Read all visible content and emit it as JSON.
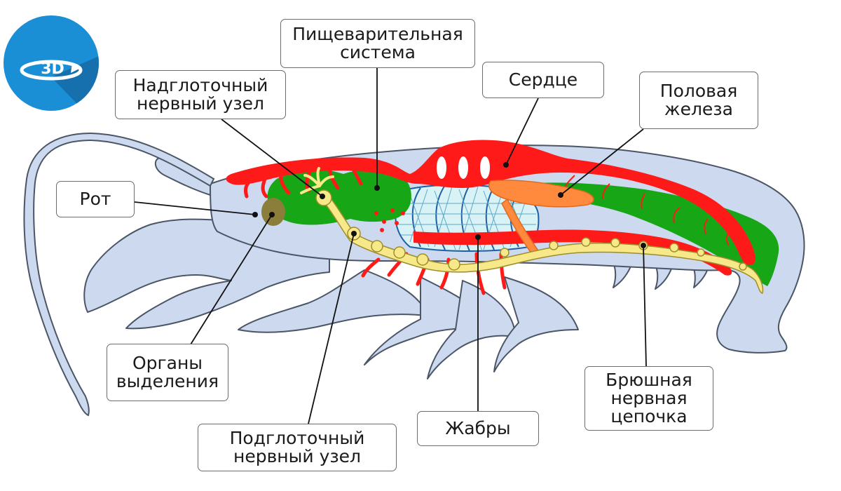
{
  "badge": {
    "text": "3D",
    "icon": "3d-rotate-icon",
    "color": "#1b8fd6"
  },
  "colors": {
    "body": "#cdd9ee",
    "outline": "#4a5566",
    "circulatory": "#ff1a1a",
    "digestive": "#16a616",
    "nervous": "#f7e98a",
    "gland": "#ff8a3d",
    "gills": "#d9f2f6",
    "excretory": "#8b7d3a"
  },
  "labels": {
    "digestive": [
      "Пищеварительная",
      "система"
    ],
    "heart": [
      "Сердце"
    ],
    "gonad": [
      "Половая",
      "железа"
    ],
    "supra": [
      "Надглоточный",
      "нервный узел"
    ],
    "mouth": [
      "Рот"
    ],
    "excretory": [
      "Органы",
      "выделения"
    ],
    "sub": [
      "Подглоточный",
      "нервный узел"
    ],
    "gills": [
      "Жабры"
    ],
    "ventral": [
      "Брюшная",
      "нервная",
      "цепочка"
    ]
  }
}
